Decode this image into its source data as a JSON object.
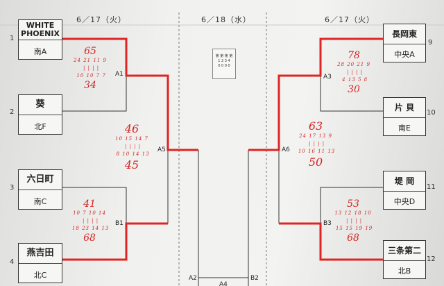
{
  "dates": {
    "left": "6／17（火）",
    "center": "6／18（水）",
    "right": "6／17（火）"
  },
  "teams": [
    {
      "seed": "1",
      "name": "WHITE\nPHOENIX",
      "region": "南A"
    },
    {
      "seed": "2",
      "name": "葵",
      "region": "北F"
    },
    {
      "seed": "3",
      "name": "六日町",
      "region": "南C"
    },
    {
      "seed": "4",
      "name": "燕吉田",
      "region": "北C"
    },
    {
      "seed": "9",
      "name": "長岡東",
      "region": "中央A"
    },
    {
      "seed": "10",
      "name": "片 貝",
      "region": "南E"
    },
    {
      "seed": "11",
      "name": "堤 岡",
      "region": "中央D"
    },
    {
      "seed": "12",
      "name": "三条第二",
      "region": "北B"
    }
  ],
  "match_labels": {
    "a1": "A1",
    "a5": "A5",
    "b1": "B1",
    "a3": "A3",
    "a6": "A6",
    "b3": "B3",
    "a2": "A2",
    "b2": "B2",
    "a4": "A4"
  },
  "scores": {
    "a1": {
      "top": "65",
      "innings": "24 21 11 9\n | | | |\n 10 10 7 7",
      "bottom": "34"
    },
    "a5": {
      "top": "46",
      "innings": "10 15 14 7\n | | | |\n 8 10 14 13",
      "bottom": "45"
    },
    "b1": {
      "top": "41",
      "innings": "10 7 10 14\n | | | |\n 18 23 14 13",
      "bottom": "68"
    },
    "a3": {
      "top": "78",
      "innings": "28 20 21 9\n | | | |\n 4 13 5 8",
      "bottom": "30"
    },
    "a6": {
      "top": "63",
      "innings": "24 17 13 9\n | | | |\n 10 16 11 13",
      "bottom": "50"
    },
    "b3": {
      "top": "53",
      "innings": "13 12 18 10\n | | | |\n 15 15 19 19",
      "bottom": "68"
    }
  },
  "legend": {
    "header": "第 第 第 第",
    "numbers": "1 2 3 4",
    "row": "0 0 0 0"
  },
  "colors": {
    "winner_line": "#e02424",
    "line": "#333333",
    "handwriting": "#d42424"
  }
}
